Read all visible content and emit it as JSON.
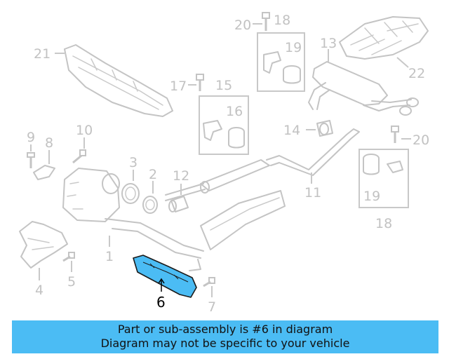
{
  "diagram": {
    "highlight_color": "#4bbcf4",
    "highlighted_part": "6",
    "labels": {
      "p1": "1",
      "p2": "2",
      "p3": "3",
      "p4": "4",
      "p5": "5",
      "p6": "6",
      "p7": "7",
      "p8": "8",
      "p9": "9",
      "p10": "10",
      "p11": "11",
      "p12": "12",
      "p13": "13",
      "p14": "14",
      "p15": "15",
      "p16": "16",
      "p17": "17",
      "p18a": "18",
      "p18b": "18",
      "p19a": "19",
      "p19b": "19",
      "p20a": "20",
      "p20b": "20",
      "p21": "21",
      "p22": "22"
    }
  },
  "banner": {
    "line1": "Part or sub-assembly is #6 in diagram",
    "line2": "Diagram may not be specific to your vehicle",
    "background": "#4bbcf4"
  }
}
